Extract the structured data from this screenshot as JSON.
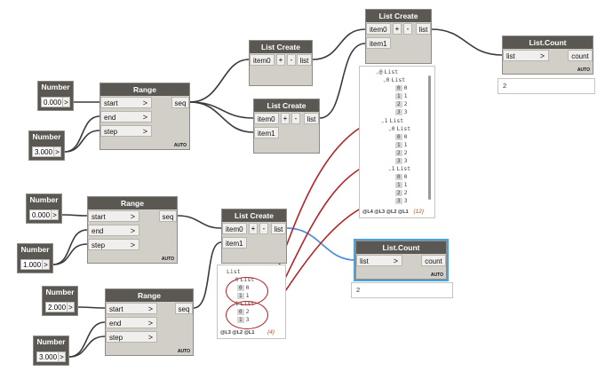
{
  "numbers": {
    "n1": {
      "title": "Number",
      "value": "0.000",
      "btn": ">"
    },
    "n2": {
      "title": "Number",
      "value": "3.000",
      "btn": ">"
    },
    "n3": {
      "title": "Number",
      "value": "0.000",
      "btn": ">"
    },
    "n4": {
      "title": "Number",
      "value": "1.000",
      "btn": ">"
    },
    "n5": {
      "title": "Number",
      "value": "2.000",
      "btn": ">"
    },
    "n6": {
      "title": "Number",
      "value": "3.000",
      "btn": ">"
    }
  },
  "range": {
    "title": "Range",
    "inputs": [
      "start",
      "end",
      "step"
    ],
    "output": "seq",
    "lacing": "AUTO",
    "arrow": ">"
  },
  "list_create": {
    "title": "List Create",
    "item0": "item0",
    "item1": "item1",
    "plus": "+",
    "minus": "-",
    "output": "list"
  },
  "list_count": {
    "title": "List.Count",
    "input": "list",
    "output": "count",
    "lacing": "AUTO",
    "arrow": ">"
  },
  "previews": {
    "count_top": "2",
    "count_bottom": "2"
  },
  "watch_top": {
    "rows": [
      {
        "caret": "⌄",
        "index": "@",
        "label": "List"
      },
      {
        "caret": "⌄",
        "index": "0",
        "label": "List"
      },
      {
        "index": "0",
        "value": "0"
      },
      {
        "index": "1",
        "value": "1"
      },
      {
        "index": "2",
        "value": "2"
      },
      {
        "index": "3",
        "value": "3"
      },
      {
        "caret": "⌄",
        "index": "1",
        "label": "List"
      },
      {
        "caret": "⌄",
        "index": "0",
        "label": "List"
      },
      {
        "index": "0",
        "value": "0"
      },
      {
        "index": "1",
        "value": "1"
      },
      {
        "index": "2",
        "value": "2"
      },
      {
        "index": "3",
        "value": "3"
      },
      {
        "caret": "⌄",
        "index": "1",
        "label": "List"
      },
      {
        "index": "0",
        "value": "0"
      },
      {
        "index": "1",
        "value": "1"
      },
      {
        "index": "2",
        "value": "2"
      },
      {
        "index": "3",
        "value": "3"
      }
    ],
    "levels": "@L4 @L3 @L2 @L1",
    "count": "{12}"
  },
  "watch_bottom": {
    "rows": [
      {
        "label": "List"
      },
      {
        "caret": "⌄",
        "index": "0",
        "label": "List"
      },
      {
        "index": "0",
        "value": "0"
      },
      {
        "index": "1",
        "value": "1"
      },
      {
        "caret": "⌄",
        "index": "1",
        "label": "List"
      },
      {
        "index": "0",
        "value": "2"
      },
      {
        "index": "1",
        "value": "3"
      }
    ],
    "levels": "@L3 @L2 @L1",
    "count": "{4}"
  },
  "colors": {
    "header": "#5b5854",
    "body": "#d2cfc9",
    "wire": "#3a3a3a",
    "wire_selected": "#4a90d9",
    "annotation": "#b3232a"
  }
}
